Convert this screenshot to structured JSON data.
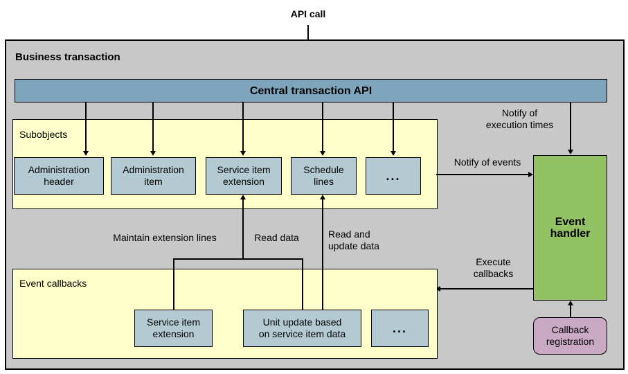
{
  "diagram": {
    "title": "Business transaction",
    "entry_label": "API call",
    "containers": {
      "business_transaction": "Business transaction",
      "subobjects": "Subobjects",
      "event_callbacks": "Event callbacks"
    },
    "central_api": {
      "label": "Central transaction API",
      "color": "#7fa5bd"
    },
    "subobject_nodes": [
      {
        "label": "Administration\nheader",
        "color": "#b4cad2"
      },
      {
        "label": "Administration\nitem",
        "color": "#b4cad2"
      },
      {
        "label": "Service item\nextension",
        "color": "#b4cad2"
      },
      {
        "label": "Schedule\nlines",
        "color": "#b4cad2"
      },
      {
        "label": "...",
        "color": "#b4cad2"
      }
    ],
    "callback_nodes": [
      {
        "label": "Service item\nextension",
        "color": "#b4cad2"
      },
      {
        "label": "Unit update based\non service item data",
        "color": "#b4cad2"
      },
      {
        "label": "...",
        "color": "#b4cad2"
      }
    ],
    "event_handler": {
      "label": "Event\nhandler",
      "color": "#93c264"
    },
    "callback_registration": {
      "label": "Callback\nregistration",
      "color": "#c9a9c4"
    },
    "edge_labels": {
      "notify_execution_times": "Notify of\nexecution times",
      "notify_events": "Notify of events",
      "execute_callbacks": "Execute\ncallbacks",
      "maintain_extension_lines": "Maintain extension lines",
      "read_data": "Read data",
      "read_and_update_data": "Read and\nupdate data"
    },
    "colors": {
      "frame_gray": "#c8c8c8",
      "inner_yellow": "#ffffcc",
      "blue": "#7fa5bd",
      "steel": "#b4cad2",
      "green": "#93c264",
      "pink": "#c9a9c4",
      "stroke": "#000000"
    }
  }
}
